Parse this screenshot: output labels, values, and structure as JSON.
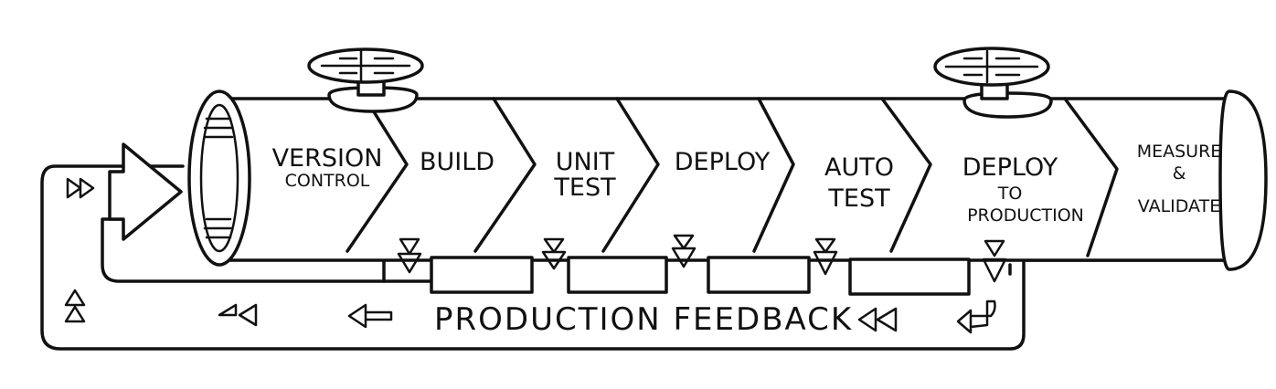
{
  "stages": [
    {
      "lines": [
        "VERSION",
        "CONTROL"
      ]
    },
    {
      "lines": [
        "BUILD"
      ]
    },
    {
      "lines": [
        "UNIT",
        "TEST"
      ]
    },
    {
      "lines": [
        "DEPLOY"
      ]
    },
    {
      "lines": [
        "AUTO",
        "TEST"
      ]
    },
    {
      "lines": [
        "DEPLOY",
        "TO",
        "PRODUCTION"
      ]
    },
    {
      "lines": [
        "MEASURE",
        "&",
        "VALIDATE"
      ]
    }
  ],
  "feedback_label": "PRODUCTION FEEDBACK"
}
